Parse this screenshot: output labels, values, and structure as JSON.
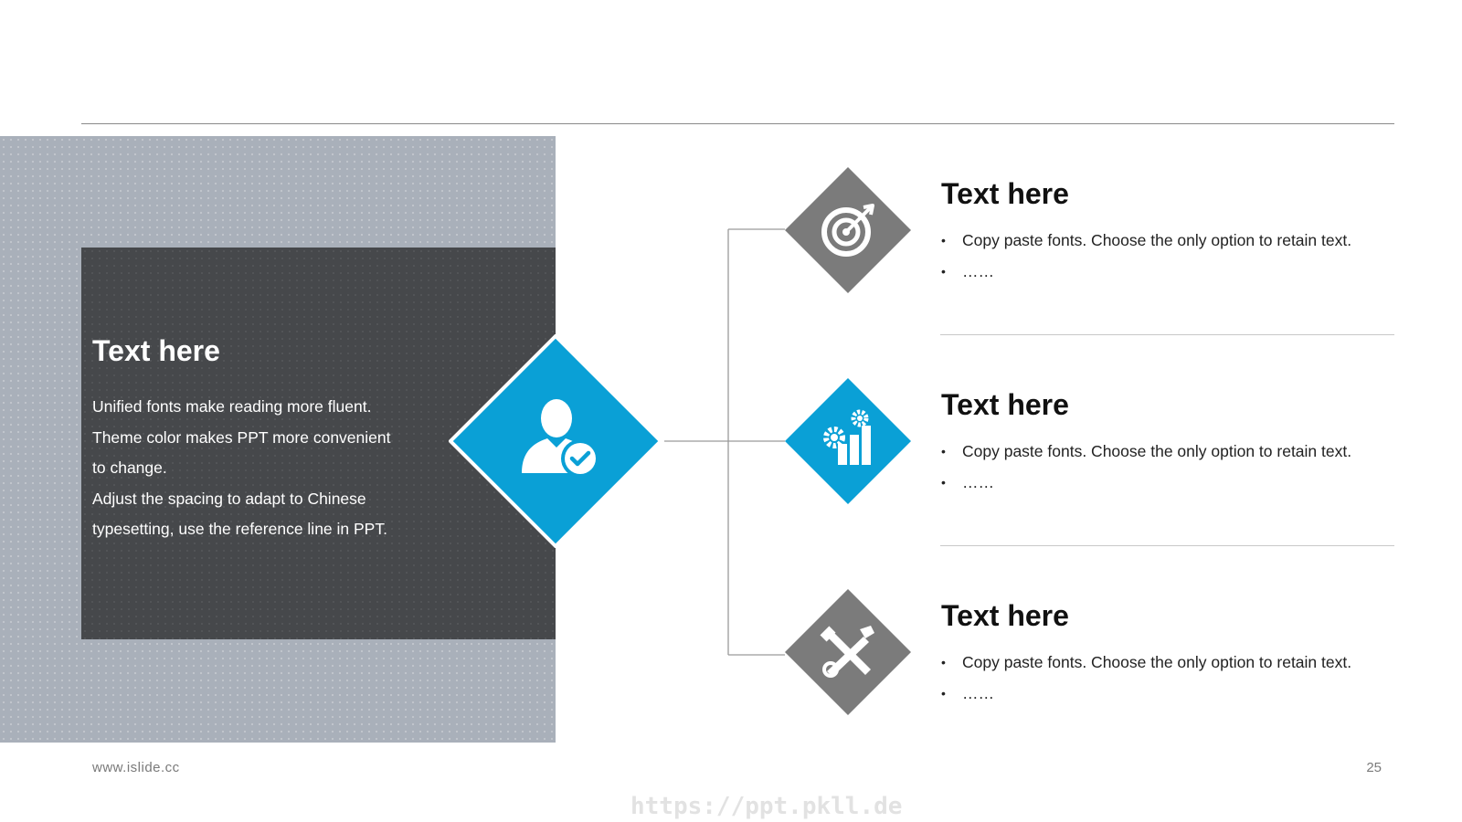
{
  "colors": {
    "accent": "#0aa0d6",
    "icon_diamond": "#7b7b7b",
    "dark_panel": "#46484b",
    "bg_panel": "#a9b0ba"
  },
  "left": {
    "title": "Text here",
    "lines": [
      "Unified fonts make reading more fluent.",
      "Theme color makes PPT more convenient",
      "to change.",
      "Adjust the spacing to adapt to Chinese",
      "typesetting, use the reference line in PPT."
    ],
    "icon": "user-check-icon"
  },
  "items": [
    {
      "title": "Text here",
      "icon": "target-icon",
      "bullets": [
        "Copy paste fonts. Choose the only option to retain text.",
        "……"
      ]
    },
    {
      "title": "Text here",
      "icon": "gears-chart-icon",
      "bullets": [
        "Copy paste fonts. Choose the only option to retain text.",
        "……"
      ]
    },
    {
      "title": "Text here",
      "icon": "tools-icon",
      "bullets": [
        "Copy paste fonts. Choose the only option to retain text.",
        "……"
      ]
    }
  ],
  "footer": {
    "website": "www.islide.cc",
    "page_number": "25"
  },
  "watermark": "https://ppt.pkll.de"
}
